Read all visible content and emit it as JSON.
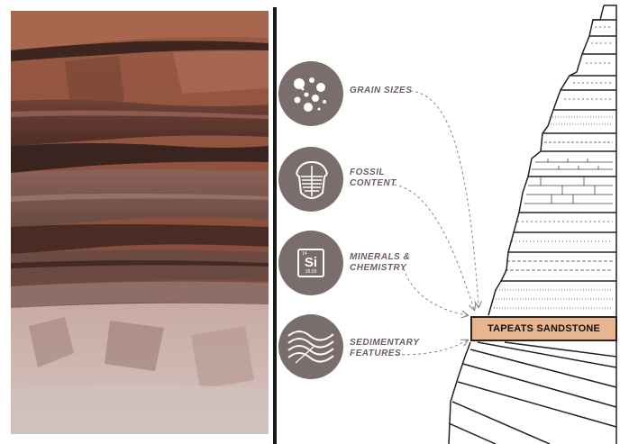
{
  "factors": [
    {
      "label": "GRAIN SIZES",
      "icon": "grain-sizes-icon"
    },
    {
      "label": "FOSSIL\nCONTENT",
      "icon": "trilobite-icon"
    },
    {
      "label": "MINERALS &\nCHEMISTRY",
      "icon": "silicon-element-icon"
    },
    {
      "label": "SEDIMENTARY\nFEATURES",
      "icon": "cross-bedding-icon"
    }
  ],
  "element": {
    "number": "14",
    "symbol": "Si",
    "mass": "28.09"
  },
  "formation": {
    "label": "TAPEATS SANDSTONE"
  },
  "colors": {
    "icon_circle": "#7a6e6c",
    "label_text": "#6d5f5c",
    "tapeats_fill": "#e8b58f",
    "rock_dark": "#5a3a30",
    "rock_red": "#8a5040"
  }
}
